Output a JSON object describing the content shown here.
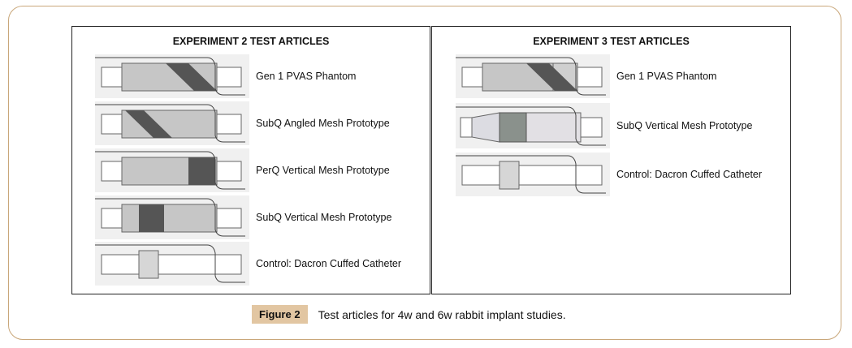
{
  "experiment2": {
    "title": "EXPERIMENT 2 TEST ARTICLES",
    "items": [
      {
        "label": "Gen 1 PVAS Phantom"
      },
      {
        "label": "SubQ Angled Mesh Prototype"
      },
      {
        "label": "PerQ Vertical Mesh Prototype"
      },
      {
        "label": "SubQ Vertical Mesh Prototype"
      },
      {
        "label": "Control: Dacron Cuffed Catheter"
      }
    ]
  },
  "experiment3": {
    "title": "EXPERIMENT 3 TEST ARTICLES",
    "items": [
      {
        "label": "Gen 1 PVAS Phantom"
      },
      {
        "label": "SubQ Vertical Mesh Prototype"
      },
      {
        "label": "Control: Dacron Cuffed Catheter"
      }
    ]
  },
  "caption": {
    "figure_label": "Figure 2",
    "text": "Test articles for 4w and 6w rabbit implant studies."
  },
  "colors": {
    "frame": "#c9a77a",
    "badge": "#e2c6a2",
    "mesh": "#555555",
    "sleeve": "#c6c6c6"
  }
}
